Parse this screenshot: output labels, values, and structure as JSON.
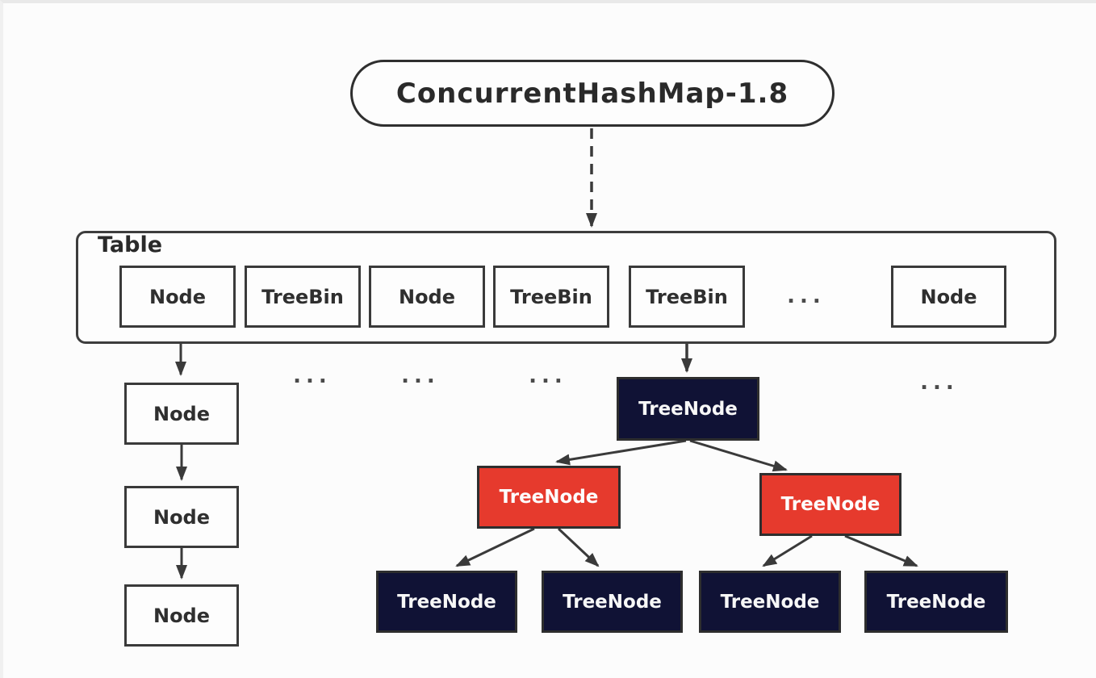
{
  "title": "ConcurrentHashMap-1.8",
  "table": {
    "label": "Table",
    "cells": [
      {
        "label": "Node"
      },
      {
        "label": "TreeBin"
      },
      {
        "label": "Node"
      },
      {
        "label": "TreeBin"
      },
      {
        "label": "TreeBin"
      },
      {
        "label": "..."
      },
      {
        "label": "Node"
      }
    ]
  },
  "linked_list": {
    "nodes": [
      {
        "label": "Node"
      },
      {
        "label": "Node"
      },
      {
        "label": "Node"
      }
    ]
  },
  "ellipses": {
    "below_table_1": "...",
    "below_table_2": "...",
    "below_table_3": "...",
    "right": "..."
  },
  "tree": {
    "root": {
      "label": "TreeNode",
      "color": "navy"
    },
    "children": [
      {
        "label": "TreeNode",
        "color": "red"
      },
      {
        "label": "TreeNode",
        "color": "red"
      }
    ],
    "leaves": [
      {
        "label": "TreeNode",
        "color": "navy"
      },
      {
        "label": "TreeNode",
        "color": "navy"
      },
      {
        "label": "TreeNode",
        "color": "navy"
      },
      {
        "label": "TreeNode",
        "color": "navy"
      }
    ]
  },
  "colors": {
    "navy_node": "#101235",
    "red_node": "#e63a2d",
    "line": "#3a3a3a",
    "border": "#2f2f2f",
    "light_text": "#f7f7f7",
    "dark_text": "#2b2b2b",
    "background": "#fcfcfc"
  }
}
